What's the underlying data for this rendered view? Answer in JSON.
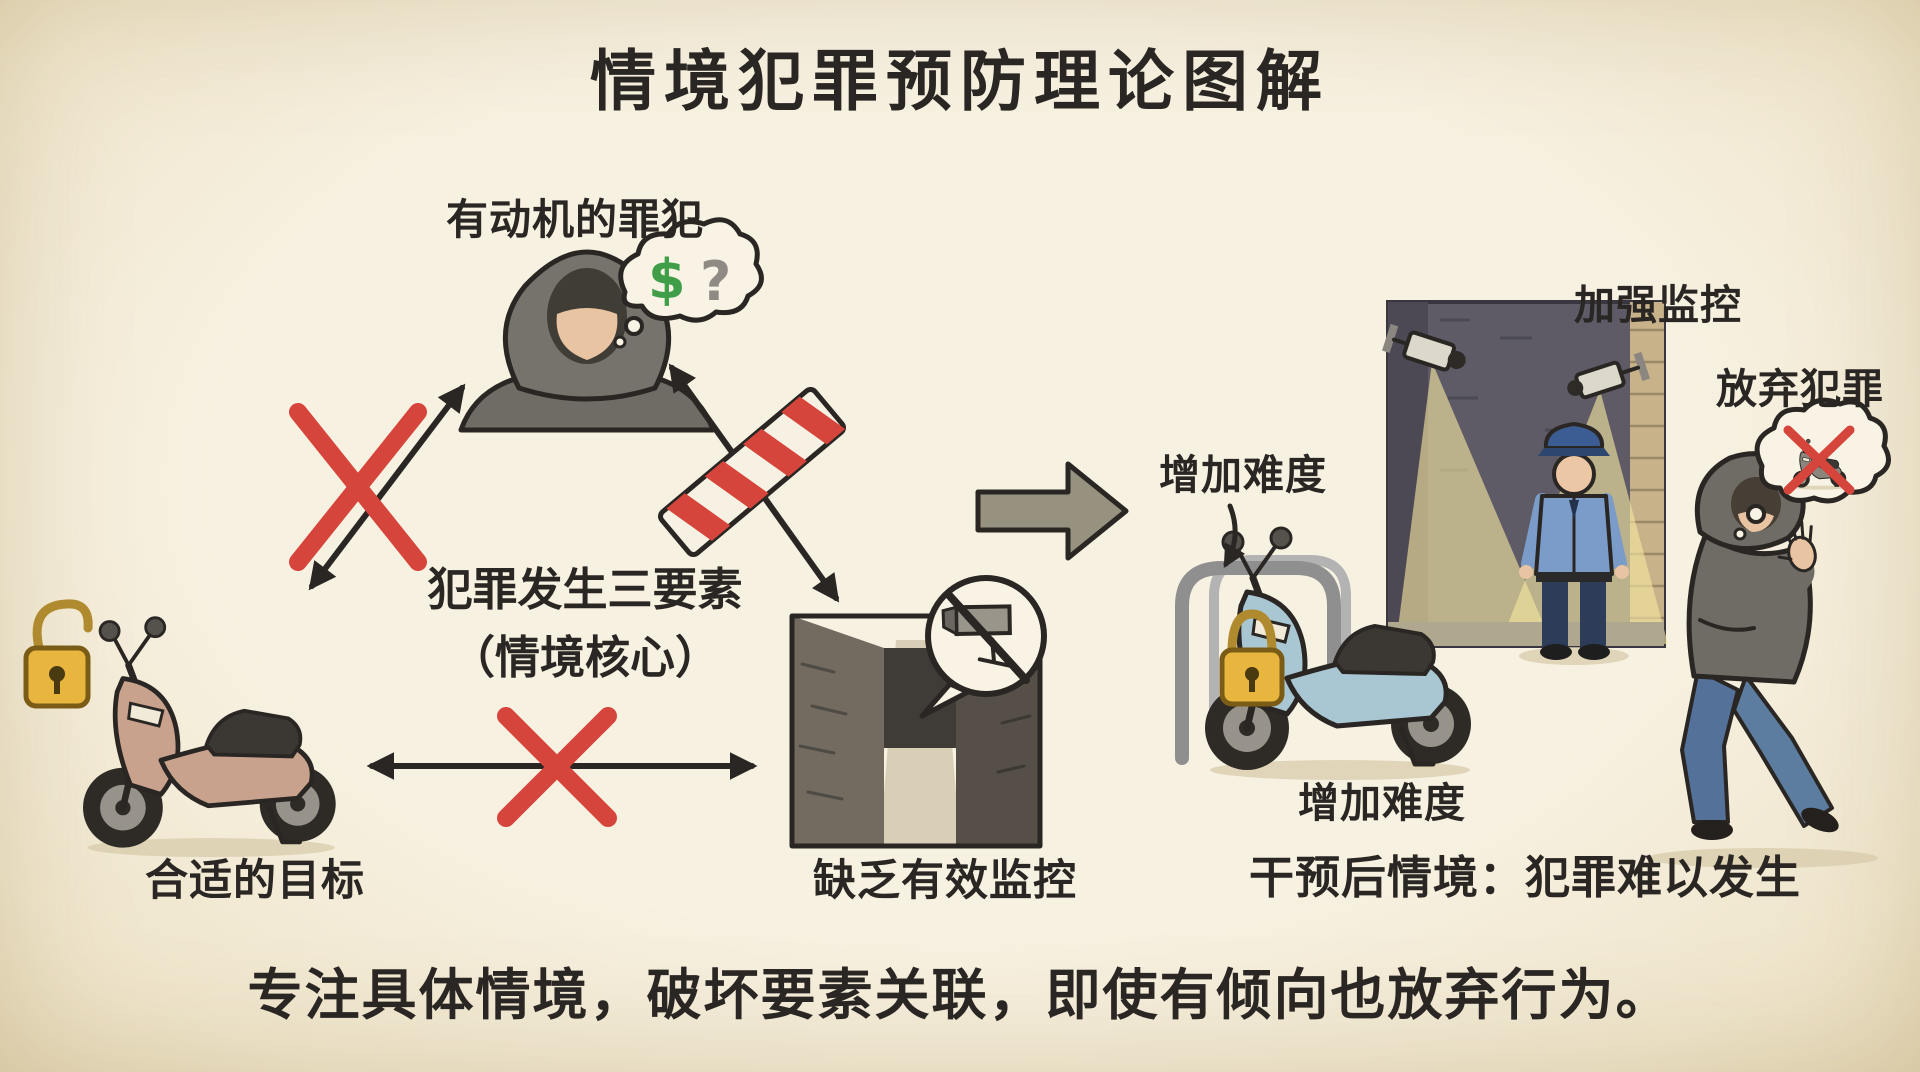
{
  "title": "情境犯罪预防理论图解",
  "colors": {
    "paper": "#f5eedb",
    "ink": "#2a2623",
    "red_x": "#d6453c",
    "dollar_green": "#3f9e47",
    "question_gray": "#8f8b84",
    "padlock_yellow": "#e8b53e",
    "scooter_left_body": "#c9a28d",
    "scooter_right_body": "#a9c7d2",
    "police_blue": "#7b9cc9",
    "jeans_blue": "#5d7da0",
    "hoodie_gray": "#6f6c65",
    "light_beam": "#f5e6a0"
  },
  "triangle": {
    "offender_label": "有动机的罪犯",
    "thought_dollar": "$",
    "thought_question": "?",
    "core_line1": "犯罪发生三要素",
    "core_line2": "（情境核心）",
    "target_label": "合适的目标",
    "surveillance_label": "缺乏有效监控"
  },
  "intervention": {
    "strengthen_surveillance_label": "加强监控",
    "abandon_crime_label": "放弃犯罪",
    "increase_difficulty_top_label": "增加难度",
    "increase_difficulty_bottom_label": "增加难度",
    "result_caption": "干预后情境：犯罪难以发生"
  },
  "footer_caption": "专注具体情境，破坏要素关联，即使有倾向也放弃行为。"
}
